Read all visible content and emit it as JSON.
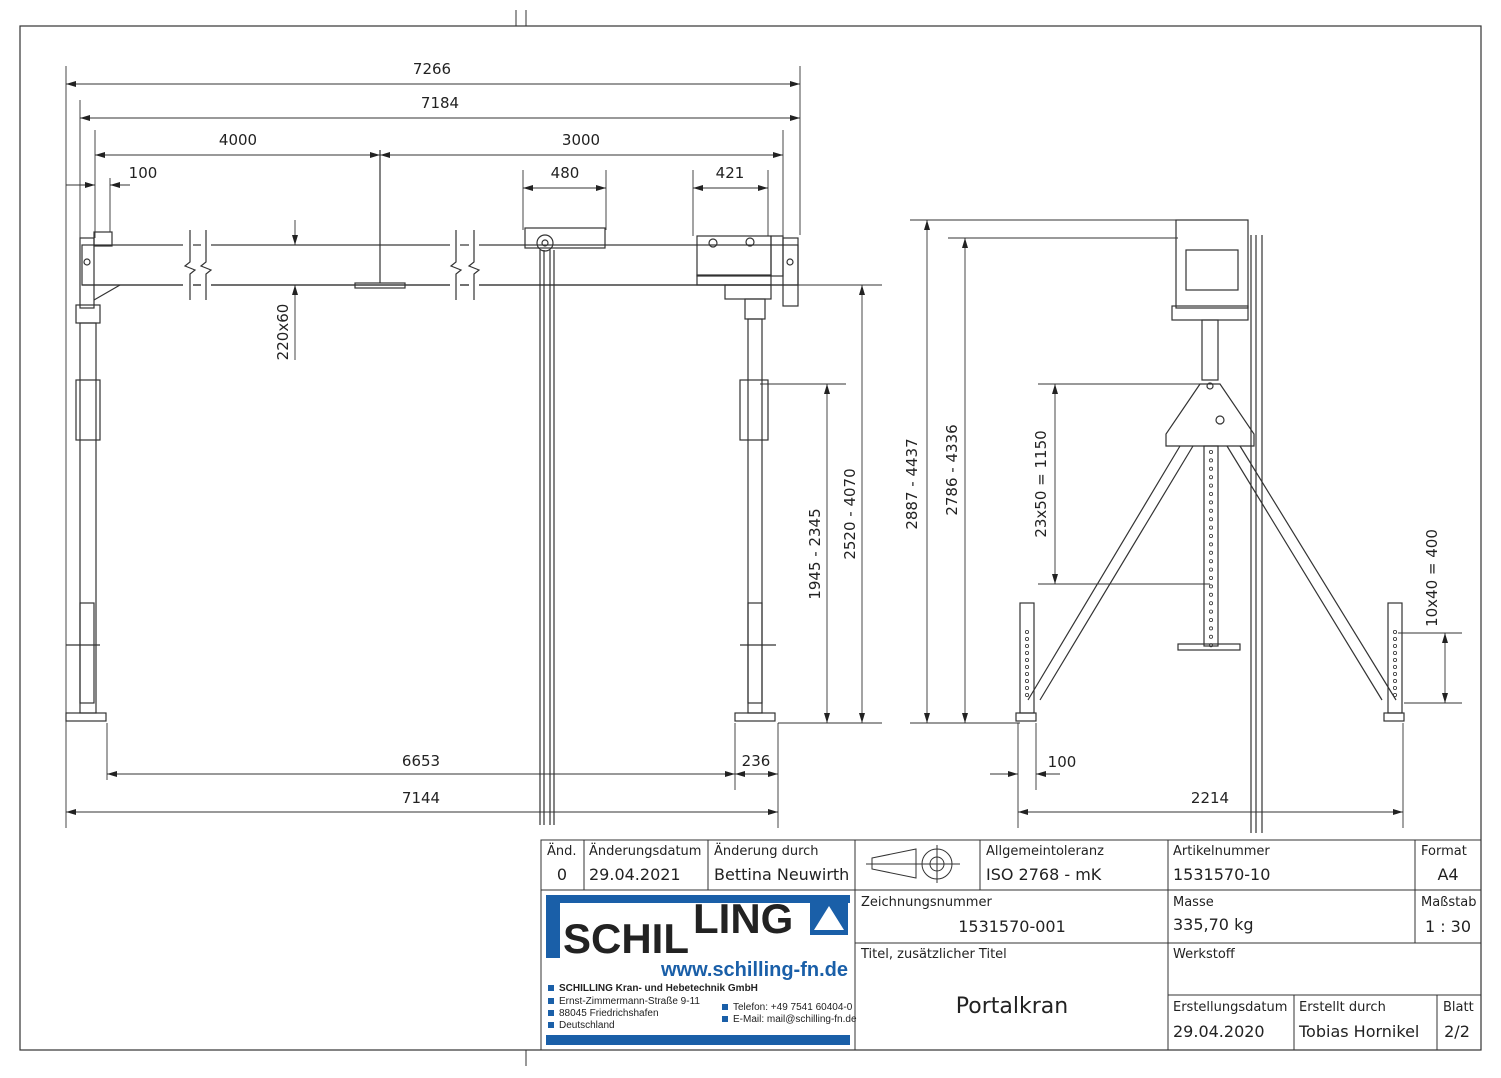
{
  "dimensions": {
    "front": {
      "overall_top": "7266",
      "overall_second": "7184",
      "span_left": "4000",
      "span_right": "3000",
      "small_left": "100",
      "trolley": "480",
      "hoist": "421",
      "beam_profile": "220x60",
      "height_a": "1945 - 2345",
      "height_b": "2520 - 4070",
      "base_inner": "6653",
      "base_right": "236",
      "base_overall": "7144"
    },
    "side": {
      "height_a": "2887 - 4437",
      "height_b": "2786 - 4336",
      "hole_pitch": "23x50 = 1150",
      "leg_pitch": "10x40 = 400",
      "foot": "100",
      "width": "2214"
    }
  },
  "title_block": {
    "headers": {
      "aend": "Änd.",
      "aenderungsdatum": "Änderungsdatum",
      "aenderung_durch": "Änderung durch",
      "allgemeintoleranz": "Allgemeintoleranz",
      "artikelnummer": "Artikelnummer",
      "format": "Format",
      "zeichnungsnummer": "Zeichnungsnummer",
      "masse": "Masse",
      "massstab": "Maßstab",
      "titel": "Titel, zusätzlicher Titel",
      "werkstoff": "Werkstoff",
      "erstellungsdatum": "Erstellungsdatum",
      "erstellt_durch": "Erstellt durch",
      "blatt": "Blatt"
    },
    "values": {
      "aend": "0",
      "aenderungsdatum": "29.04.2021",
      "aenderung_durch": "Bettina Neuwirth",
      "allgemeintoleranz": "ISO 2768 - mK",
      "artikelnummer": "1531570-10",
      "format": "A4",
      "zeichnungsnummer": "1531570-001",
      "masse": "335,70 kg",
      "massstab": "1 : 30",
      "titel": "Portalkran",
      "werkstoff": "",
      "erstellungsdatum": "29.04.2020",
      "erstellt_durch": "Tobias Hornikel",
      "blatt": "2/2"
    },
    "company": {
      "logo_a": "SCHIL",
      "logo_b": "LING",
      "website": "www.schilling-fn.de",
      "name": "SCHILLING Kran- und Hebetechnik GmbH",
      "street": "Ernst-Zimmermann-Straße 9-11",
      "city": "88045 Friedrichshafen",
      "country": "Deutschland",
      "phone": "Telefon: +49 7541 60404-0",
      "email": "E-Mail: mail@schilling-fn.de"
    },
    "colors": {
      "brand_blue": "#1a5fa8",
      "line": "#333333"
    }
  }
}
